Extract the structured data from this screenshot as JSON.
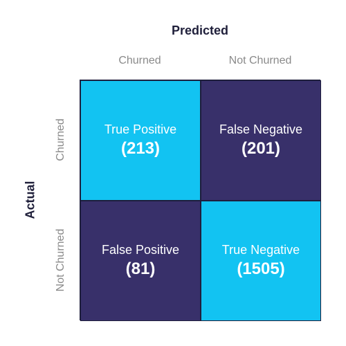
{
  "chart_data": {
    "type": "heatmap",
    "xlabel": "Predicted",
    "ylabel": "Actual",
    "x_categories": [
      "Churned",
      "Not Churned"
    ],
    "y_categories": [
      "Churned",
      "Not Churned"
    ],
    "cells": [
      [
        {
          "label": "True Positive",
          "count": "(213)",
          "value": 213,
          "color": "#12c3f2"
        },
        {
          "label": "False Negative",
          "count": "(201)",
          "value": 201,
          "color": "#38306a"
        }
      ],
      [
        {
          "label": "False Positive",
          "count": "(81)",
          "value": 81,
          "color": "#38306a"
        },
        {
          "label": "True Negative",
          "count": "(1505)",
          "value": 1505,
          "color": "#12c3f2"
        }
      ]
    ]
  }
}
